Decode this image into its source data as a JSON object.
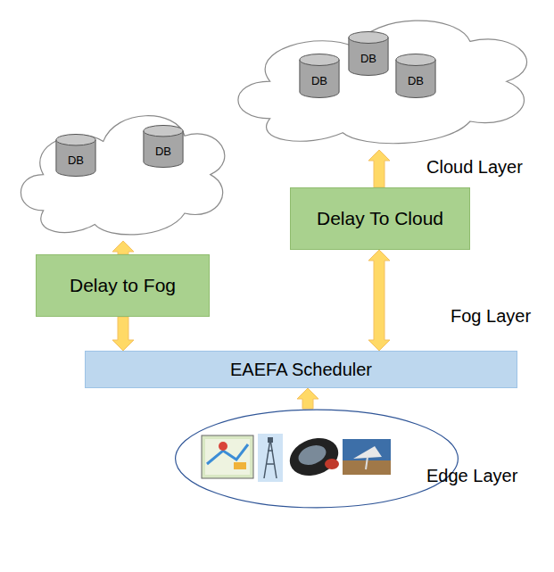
{
  "diagram": {
    "nodes": [
      {
        "text": []
      },
      {
        "text": [
          "DB"
        ],
        "in": 0
      },
      {
        "text": [
          "DB"
        ],
        "in": 0
      },
      {
        "text": [
          "DB"
        ],
        "in": 0
      },
      {
        "text": []
      },
      {
        "text": [
          "DB"
        ],
        "in": 4
      },
      {
        "text": [
          "DB"
        ],
        "in": 4
      },
      {
        "text": [
          "Delay To Cloud"
        ]
      },
      {
        "text": [
          "Delay to Fog"
        ]
      },
      {
        "text": [
          "EAEFA Scheduler"
        ]
      },
      {
        "text": []
      }
    ],
    "edges": [
      {
        "from": 7,
        "to": 0,
        "arrow": "to"
      },
      {
        "from": 8,
        "to": 4,
        "arrow": "to"
      },
      {
        "from": 8,
        "to": 9,
        "arrow": "to"
      },
      {
        "from": 9,
        "to": 7,
        "arrow": "both"
      },
      {
        "from": 10,
        "to": 9,
        "arrow": "to"
      }
    ],
    "labels": [
      "Cloud Layer",
      "Fog Layer",
      "Edge Layer"
    ]
  }
}
